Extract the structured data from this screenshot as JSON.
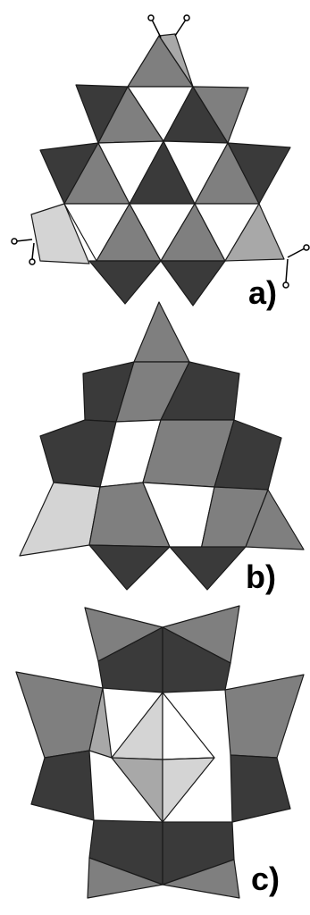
{
  "panels": [
    {
      "id": "a",
      "label": "a)"
    },
    {
      "id": "b",
      "label": "b)"
    },
    {
      "id": "c",
      "label": "c)"
    }
  ],
  "colors": {
    "dark": "#3a3a3a",
    "mid": "#7f7f7f",
    "light": "#a8a8a8",
    "pale": "#d4d4d4",
    "white": "#ffffff",
    "outline": "#1a1a1a"
  }
}
